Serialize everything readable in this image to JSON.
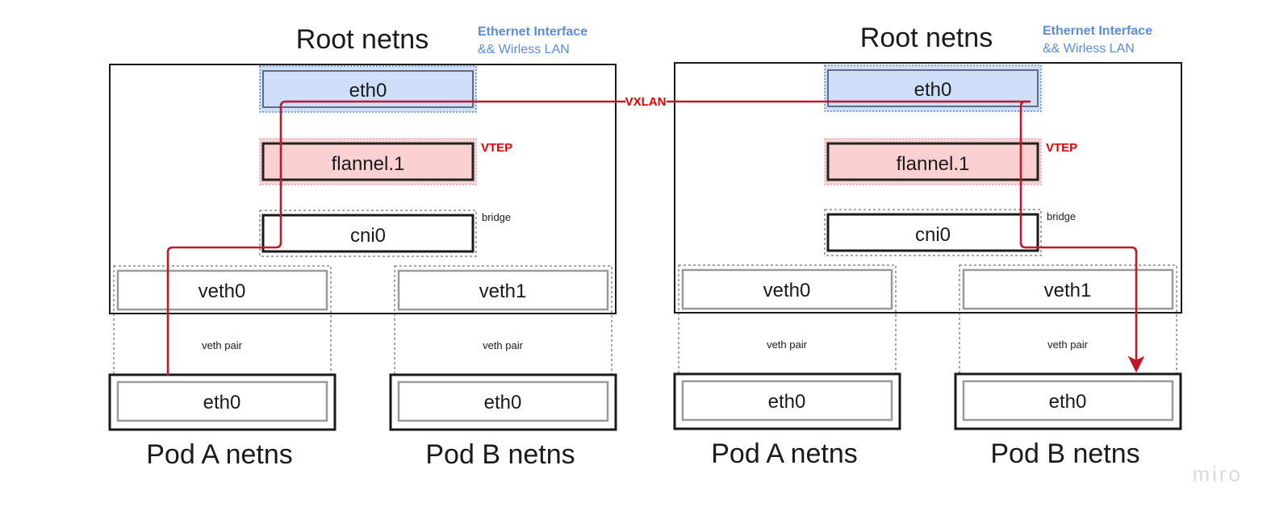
{
  "diagram": {
    "title_left": "Root netns",
    "title_right": "Root netns",
    "watermark": "miro",
    "annotations": {
      "ethernet_line1": "Ethernet Interface",
      "ethernet_line2": "&& Wirless LAN",
      "vtep": "VTEP",
      "vxlan": "VXLAN",
      "bridge": "bridge",
      "veth_pair": "veth pair"
    },
    "colors": {
      "eth_fill": "#cfdffa",
      "eth_stroke": "#5f6d7e",
      "flannel_fill": "#fbd0d0",
      "flannel_stroke": "#232323",
      "red": "#c0192b",
      "annotation_blue": "#5b8bd9",
      "vtep_red": "#e00000",
      "watermark_gray": "#d9d9de"
    },
    "nodes": {
      "eth0": "eth0",
      "flannel": "flannel.1",
      "cni0": "cni0",
      "veth0": "veth0",
      "veth1": "veth1",
      "pod_eth0": "eth0"
    },
    "pods": {
      "left_a": "Pod A netns",
      "left_b": "Pod B netns",
      "right_a": "Pod A netns",
      "right_b": "Pod B netns"
    }
  },
  "hosts": [
    {
      "id": "host-left",
      "title": "Root netns",
      "annotation_line1": "Ethernet Interface",
      "annotation_line2": "&& Wirless LAN",
      "nic": "eth0",
      "vtep_device": "flannel.1",
      "vtep_label": "VTEP",
      "bridge_device": "cni0",
      "bridge_label": "bridge",
      "pods": [
        {
          "name": "Pod A netns",
          "host_side_if": "veth0",
          "pod_side_if": "eth0",
          "link_label": "veth pair"
        },
        {
          "name": "Pod B netns",
          "host_side_if": "veth1",
          "pod_side_if": "eth0",
          "link_label": "veth pair"
        }
      ]
    },
    {
      "id": "host-right",
      "title": "Root netns",
      "annotation_line1": "Ethernet Interface",
      "annotation_line2": "&& Wirless LAN",
      "nic": "eth0",
      "vtep_device": "flannel.1",
      "vtep_label": "VTEP",
      "bridge_device": "cni0",
      "bridge_label": "bridge",
      "pods": [
        {
          "name": "Pod A netns",
          "host_side_if": "veth0",
          "pod_side_if": "eth0",
          "link_label": "veth pair"
        },
        {
          "name": "Pod B netns",
          "host_side_if": "veth1",
          "pod_side_if": "eth0",
          "link_label": "veth pair"
        }
      ]
    }
  ],
  "flow": {
    "tunnel_label": "VXLAN",
    "source": "Pod A netns eth0 (left host)",
    "destination": "Pod B netns eth0 (right host)"
  }
}
